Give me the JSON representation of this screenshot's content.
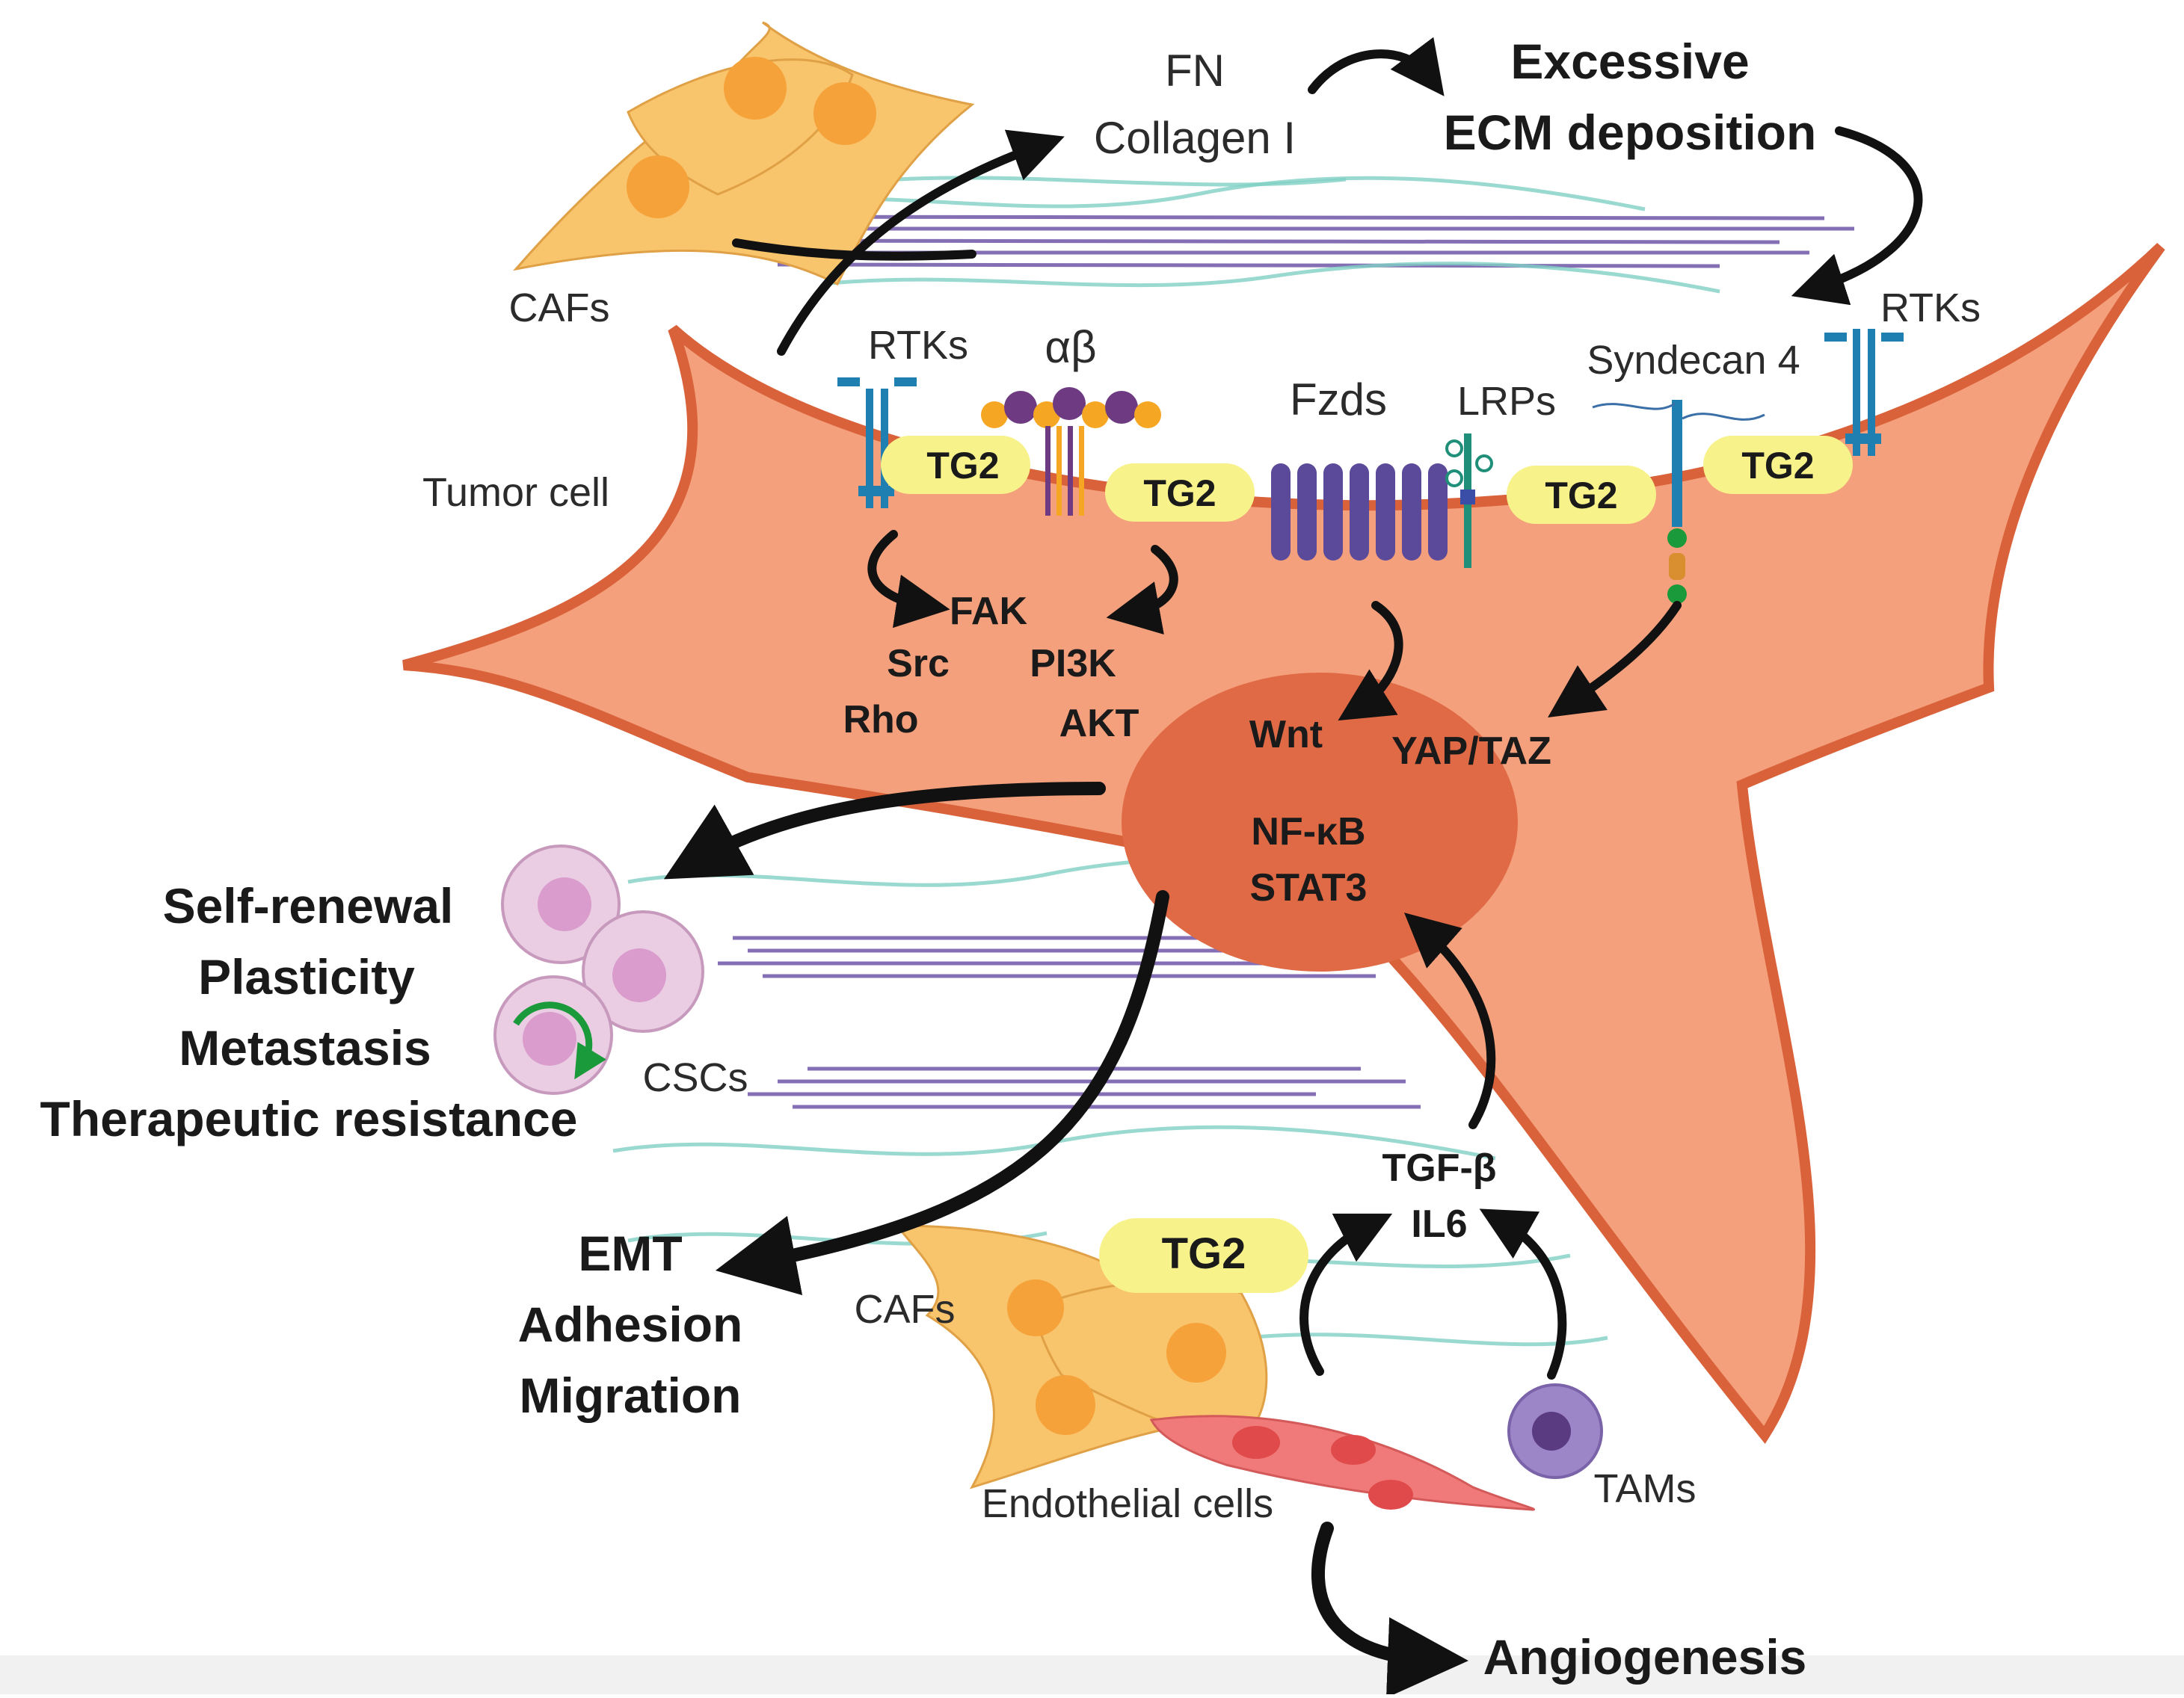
{
  "labels": {
    "fn": "FN",
    "collagen": "Collagen I",
    "excessive": "Excessive",
    "ecm_deposition": "ECM deposition",
    "cafs_top": "CAFs",
    "rtks_left": "RTKs",
    "integrin": "αβ",
    "fzds": "Fzds",
    "lrps": "LRPs",
    "syndecan": "Syndecan 4",
    "rtks_right": "RTKs",
    "tumor_cell": "Tumor cell",
    "tg2_1": "TG2",
    "tg2_2": "TG2",
    "tg2_3": "TG2",
    "tg2_4": "TG2",
    "tg2_bottom": "TG2",
    "fak": "FAK",
    "src": "Src",
    "pi3k": "PI3K",
    "rho": "Rho",
    "akt": "AKT",
    "wnt": "Wnt",
    "yap_taz": "YAP/TAZ",
    "nfkb": "NF-κB",
    "stat3": "STAT3",
    "self_renewal": "Self-renewal",
    "plasticity": "Plasticity",
    "metastasis": "Metastasis",
    "therapeutic_resistance": "Therapeutic resistance",
    "cscs": "CSCs",
    "tgfb": "TGF-β",
    "il6": "IL6",
    "emt": "EMT",
    "adhesion": "Adhesion",
    "migration": "Migration",
    "cafs_bottom": "CAFs",
    "endothelial": "Endothelial cells",
    "tams": "TAMs",
    "angiogenesis": "Angiogenesis"
  },
  "colors": {
    "tumor_fill": "#f4a07c",
    "tumor_edge": "#d9623a",
    "nucleus": "#e06a45",
    "tg2": "#f7f28a",
    "caf": "#f8c46c",
    "caf_nucleus": "#f6a23a",
    "csc": "#ebcde3",
    "csc_nucleus": "#d99ccc",
    "endothelial": "#f07a7a",
    "tam": "#9d86c8",
    "receptor_blue": "#1e7fb0",
    "integrin_purple": "#6e3a82",
    "integrin_orange": "#f5a623",
    "fzd": "#5b4a9a",
    "lrp": "#1f8f7a"
  }
}
